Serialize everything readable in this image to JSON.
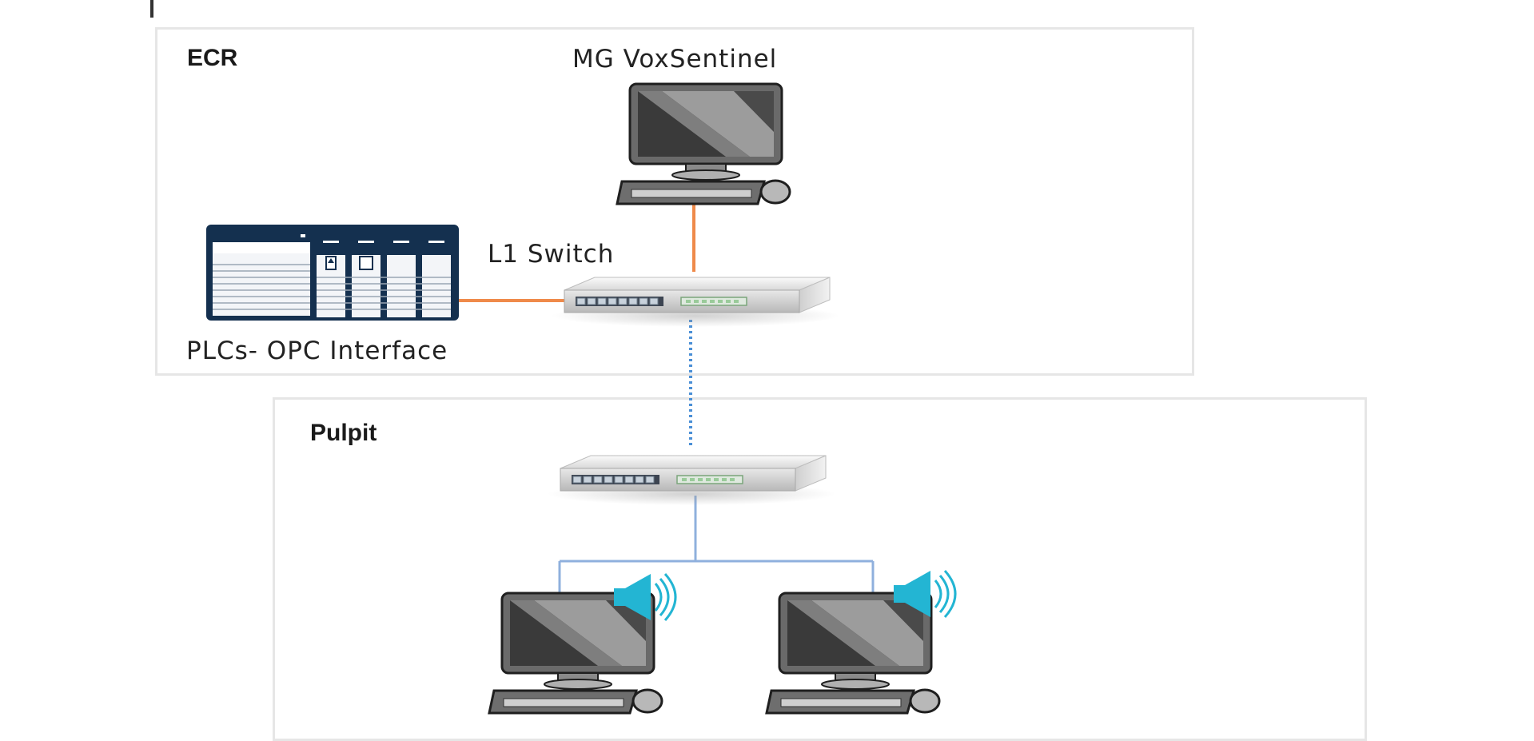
{
  "zones": {
    "ecr": {
      "title": "ECR"
    },
    "pulpit": {
      "title": "Pulpit"
    }
  },
  "nodes": {
    "server": {
      "label": "MG VoxSentinel",
      "icon": "desktop-computer-icon"
    },
    "switch": {
      "label": "L1 Switch",
      "icon": "network-switch-icon"
    },
    "plc": {
      "label": "PLCs- OPC Interface",
      "icon": "plc-rack-icon"
    },
    "pulpit_switch": {
      "icon": "network-switch-icon"
    },
    "workstation_left": {
      "icon": "desktop-computer-with-speaker-icon"
    },
    "workstation_right": {
      "icon": "desktop-computer-with-speaker-icon"
    }
  },
  "links": {
    "server_to_switch": {
      "style": "solid",
      "color": "#ef8a4a"
    },
    "plc_to_switch": {
      "style": "solid",
      "color": "#ef8a4a"
    },
    "switch_to_pulpit_switch": {
      "style": "dotted",
      "color": "#4a8fd6"
    },
    "pulpit_switch_to_workstations": {
      "style": "solid",
      "color": "#8fb0dd"
    }
  },
  "colors": {
    "zone_border": "#e6e6e6",
    "plc_navy": "#14304f",
    "speaker_cyan": "#23b5d3"
  }
}
